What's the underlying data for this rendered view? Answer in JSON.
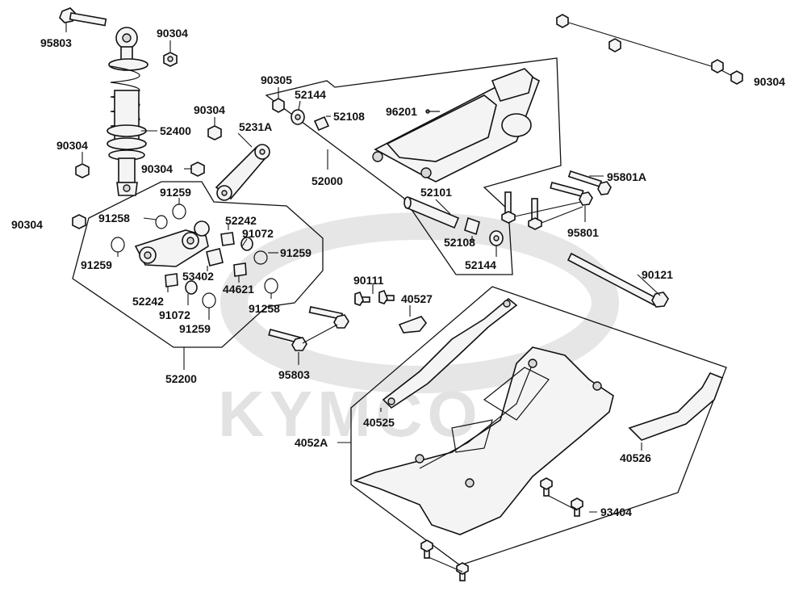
{
  "watermark": "KYMCO",
  "labels": {
    "l95803a": "95803",
    "l90304a": "90304",
    "l52400": "52400",
    "l90304b": "90304",
    "l90304c": "90304",
    "l90304d": "90304",
    "l5231A": "5231A",
    "l90304e": "90304",
    "l90305": "90305",
    "l52144a": "52144",
    "l52108a": "52108",
    "l96201": "96201",
    "l52000": "52000",
    "l90304f": "90304",
    "l95801A": "95801A",
    "l95801": "95801",
    "l52101": "52101",
    "l52108b": "52108",
    "l52144b": "52144",
    "l90121": "90121",
    "l91259a": "91259",
    "l91258a": "91258",
    "l52242a": "52242",
    "l91072a": "91072",
    "l91259b": "91259",
    "l91259c": "91259",
    "l53402": "53402",
    "l44621": "44621",
    "l52242b": "52242",
    "l91258b": "91258",
    "l91072b": "91072",
    "l91259d": "91259",
    "l52200": "52200",
    "l90111": "90111",
    "l40527": "40527",
    "l95803b": "95803",
    "l40525": "40525",
    "l4052A": "4052A",
    "l40526": "40526",
    "l93404": "93404"
  }
}
